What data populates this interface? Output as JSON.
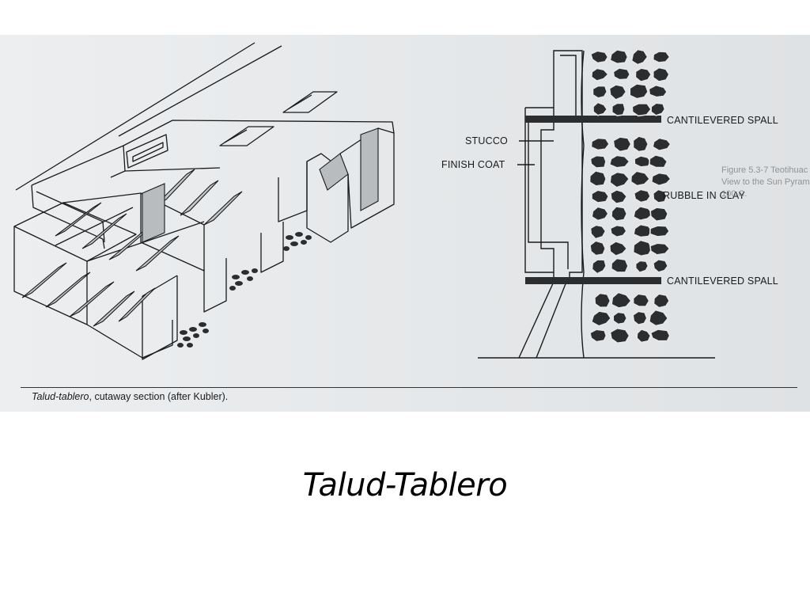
{
  "slide": {
    "title": "Talud-Tablero"
  },
  "figure": {
    "caption_italic": "Talud-tablero",
    "caption_rest": ", cutaway section (after Kubler).",
    "labels": {
      "stucco": "STUCCO",
      "finish_coat": "FINISH COAT",
      "cantilevered_spall_top": "CANTILEVERED SPALL",
      "rubble_in_clay": "RUBBLE IN CLAY",
      "cantilevered_spall_bottom": "CANTILEVERED SPALL"
    },
    "bleed_through": [
      "Figure 5.3-7 Teotihuac",
      "View to the Sun Pyramid",
      "100 C."
    ]
  },
  "colors": {
    "scan_background": "#e6e8ea",
    "ink": "#1a1a1a",
    "rubble": "#2b2d2f"
  }
}
